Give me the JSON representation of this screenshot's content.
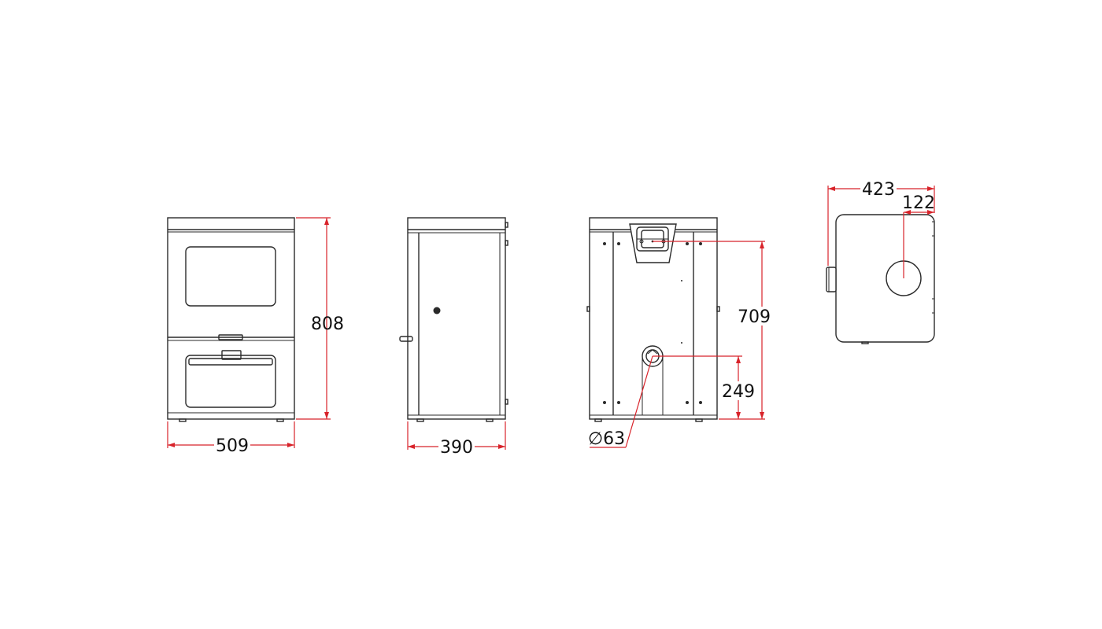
{
  "colors": {
    "dimension": "#d8232a",
    "outline": "#2a2a2a",
    "background": "#ffffff"
  },
  "views": {
    "front": {
      "height": "808",
      "width": "509"
    },
    "side": {
      "depth": "390"
    },
    "rear": {
      "outlet_height": "709",
      "air_inlet_height": "249",
      "air_inlet_diameter": "∅63"
    },
    "top": {
      "depth": "423",
      "outlet_offset": "122"
    }
  }
}
